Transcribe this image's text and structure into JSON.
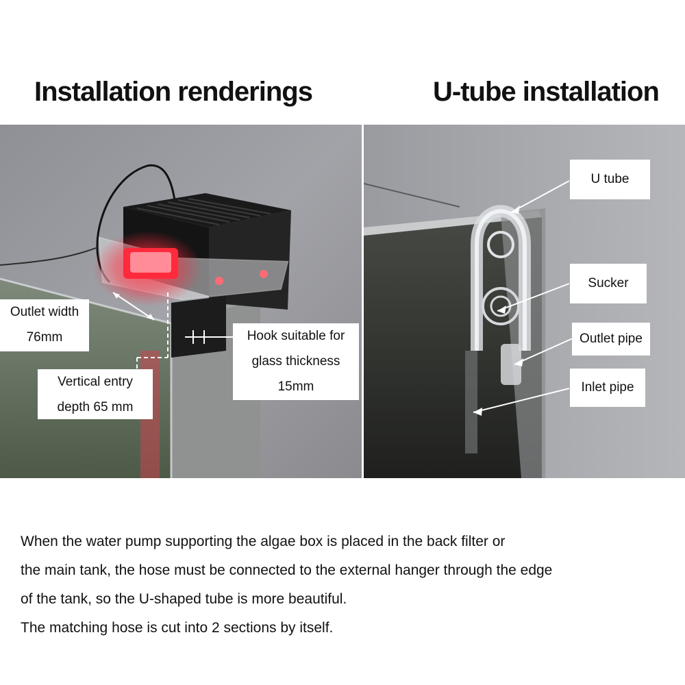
{
  "headings": {
    "left": "Installation renderings",
    "right": "U-tube installation"
  },
  "left_labels": {
    "outlet_width": [
      "Outlet width",
      "76mm"
    ],
    "hook": [
      "Hook suitable for",
      "glass thickness",
      "15mm"
    ],
    "vertical_entry": [
      "Vertical entry",
      "depth 65 mm"
    ]
  },
  "right_labels": {
    "u_tube": "U tube",
    "sucker": "Sucker",
    "outlet_pipe": "Outlet pipe",
    "inlet_pipe": "Inlet pipe"
  },
  "paragraph": [
    "When the water pump supporting the algae box is placed in the back filter or",
    "the main tank, the hose must be connected to the external hanger through the edge",
    "of the tank, so the U-shaped tube is more beautiful.",
    "The matching hose is cut into 2 sections by itself."
  ],
  "colors": {
    "page_bg": "#ffffff",
    "text": "#111111",
    "red_light": "#ff2a3c",
    "box_black": "#1a1a1a"
  }
}
